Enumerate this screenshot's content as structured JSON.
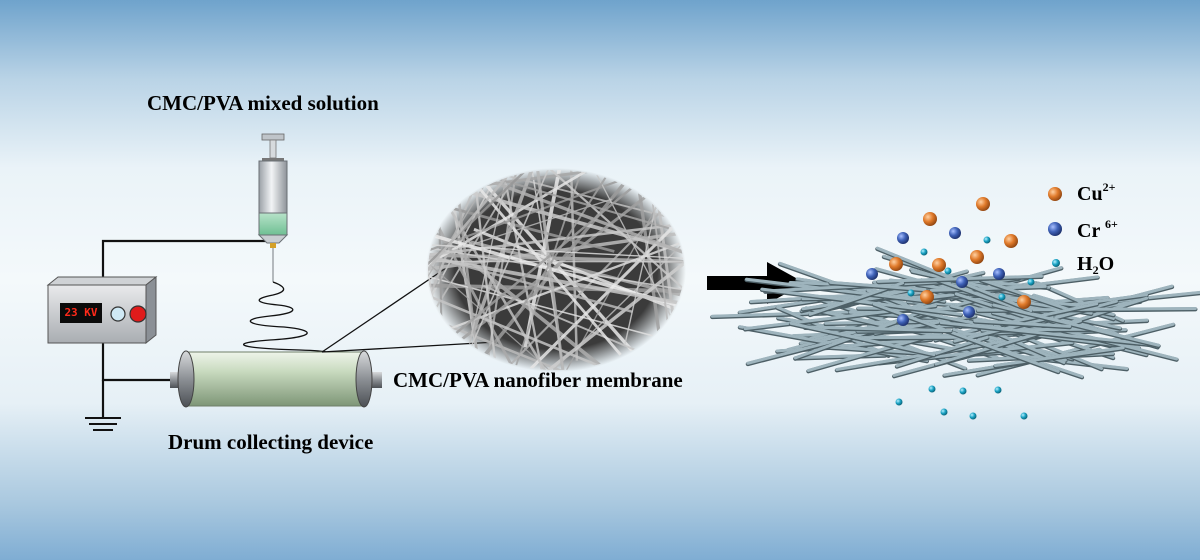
{
  "labels": {
    "solution": "CMC/PVA mixed solution",
    "membrane": "CMC/PVA nanofiber membrane",
    "drum": "Drum collecting device"
  },
  "power_supply": {
    "display": "23 KV"
  },
  "legend": {
    "cu": {
      "symbol": "Cu",
      "charge": "2+",
      "color": "#e07a2a"
    },
    "cr": {
      "symbol": "Cr",
      "charge": "6+",
      "color": "#3f62b8"
    },
    "h2o": {
      "symbol": "H",
      "sub": "2",
      "tail": "O",
      "color": "#1aa3c4"
    }
  },
  "colors": {
    "arrow": "#000000",
    "drum": "#b5cca9",
    "fiber": "#9eb4bd"
  }
}
